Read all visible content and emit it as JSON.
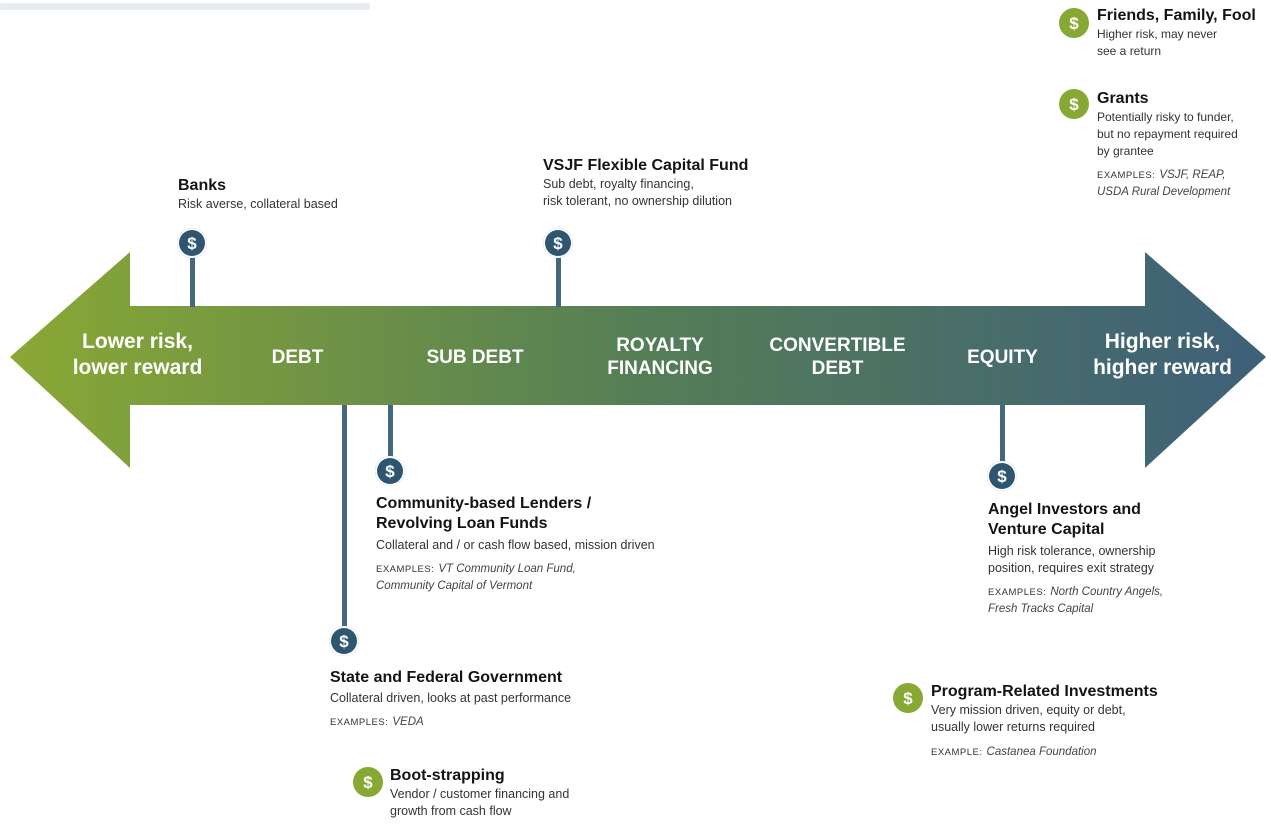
{
  "colors": {
    "arrow_left": "#8aa834",
    "arrow_mid": "#557e56",
    "arrow_right": "#3e6079",
    "coin_dark": "#2f5670",
    "coin_green": "#87a833",
    "stem": "#45687e"
  },
  "coin_symbol": "$",
  "spectrum": {
    "left_end": [
      "Lower risk,",
      "lower reward"
    ],
    "categories": [
      [
        "DEBT"
      ],
      [
        "SUB DEBT"
      ],
      [
        "ROYALTY",
        "FINANCING"
      ],
      [
        "CONVERTIBLE",
        "DEBT"
      ],
      [
        "EQUITY"
      ]
    ],
    "right_end": [
      "Higher risk,",
      "higher reward"
    ]
  },
  "above": {
    "banks": {
      "title": "Banks",
      "desc": [
        "Risk averse, collateral based"
      ]
    },
    "vsjf": {
      "title": "VSJF Flexible Capital Fund",
      "desc": [
        "Sub debt, royalty financing,",
        "risk tolerant, no ownership dilution"
      ]
    }
  },
  "below": {
    "community": {
      "title": [
        "Community-based Lenders /",
        "Revolving Loan Funds"
      ],
      "desc": [
        "Collateral and / or cash flow based, mission driven"
      ],
      "examples_label": "EXAMPLES:",
      "examples": [
        "VT Community Loan Fund,",
        "Community Capital of Vermont"
      ]
    },
    "government": {
      "title": "State and Federal Government",
      "desc": [
        "Collateral driven, looks at past performance"
      ],
      "examples_label": "EXAMPLES:",
      "examples": [
        "VEDA"
      ]
    },
    "angel": {
      "title": [
        "Angel Investors and",
        "Venture Capital"
      ],
      "desc": [
        "High risk tolerance, ownership",
        "position, requires exit strategy"
      ],
      "examples_label": "EXAMPLES:",
      "examples": [
        "North Country Angels,",
        "Fresh Tracks Capital"
      ]
    }
  },
  "floating": {
    "friends": {
      "title": "Friends, Family, Fool",
      "desc": [
        "Higher risk, may never",
        "see a return"
      ]
    },
    "grants": {
      "title": "Grants",
      "desc": [
        "Potentially risky to funder,",
        "but no repayment required",
        "by grantee"
      ],
      "examples_label": "EXAMPLES:",
      "examples": [
        "VSJF, REAP,",
        "USDA Rural Development"
      ]
    },
    "pri": {
      "title": "Program-Related Investments",
      "desc": [
        "Very mission driven, equity or debt,",
        "usually lower returns required"
      ],
      "examples_label": "EXAMPLE:",
      "examples": [
        "Castanea Foundation"
      ]
    },
    "boot": {
      "title": "Boot-strapping",
      "desc": [
        "Vendor / customer financing and",
        "growth from cash flow"
      ]
    }
  }
}
